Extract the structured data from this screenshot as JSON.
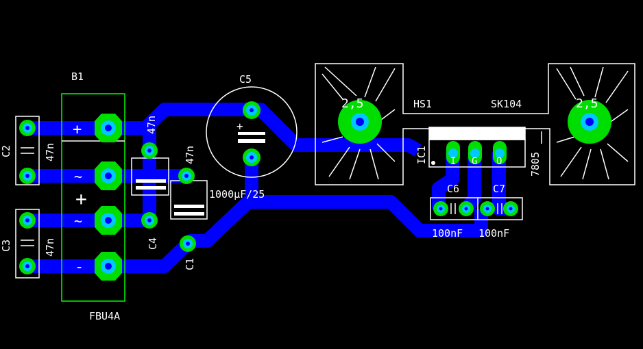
{
  "colors": {
    "background": "#000000",
    "trace": "#0000ff",
    "pad_ring": "#00dd00",
    "pad_center": "#00c8ff",
    "silkscreen": "#ffffff"
  },
  "components": {
    "b1": {
      "ref": "B1",
      "value": "FBU4A",
      "pins": [
        "+",
        "~",
        "~",
        "-"
      ]
    },
    "c2": {
      "ref": "C2",
      "value": "47n"
    },
    "c3": {
      "ref": "C3",
      "value": "47n"
    },
    "c4": {
      "ref": "C4",
      "value": "47n"
    },
    "c1": {
      "ref": "C1",
      "value": "47n"
    },
    "c5": {
      "ref": "C5",
      "value": "1000µF/25",
      "plus_mark": "+"
    },
    "hs1": {
      "ref": "HS1",
      "value": "SK104",
      "hole_label_left": "2,5",
      "hole_label_right": "2,5"
    },
    "ic1": {
      "ref": "IC1",
      "value": "7805",
      "pins": [
        "I",
        "G",
        "O"
      ]
    },
    "c6": {
      "ref": "C6",
      "value": "100nF"
    },
    "c7": {
      "ref": "C7",
      "value": "100nF"
    }
  }
}
